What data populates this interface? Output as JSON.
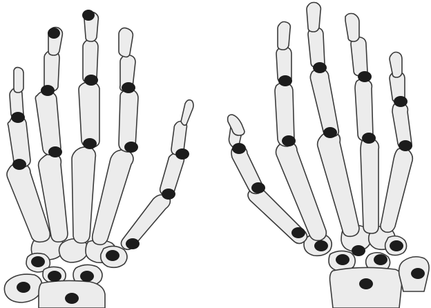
{
  "figure": {
    "description_visible_text": "",
    "colors": {
      "bone_fill": "#ececec",
      "bone_outline": "#3a3a3a",
      "joint_marker": "#1c1c1c",
      "background": "#ffffff"
    },
    "hands": [
      {
        "id": "left",
        "digits": 5
      },
      {
        "id": "right",
        "digits": 5
      }
    ]
  }
}
